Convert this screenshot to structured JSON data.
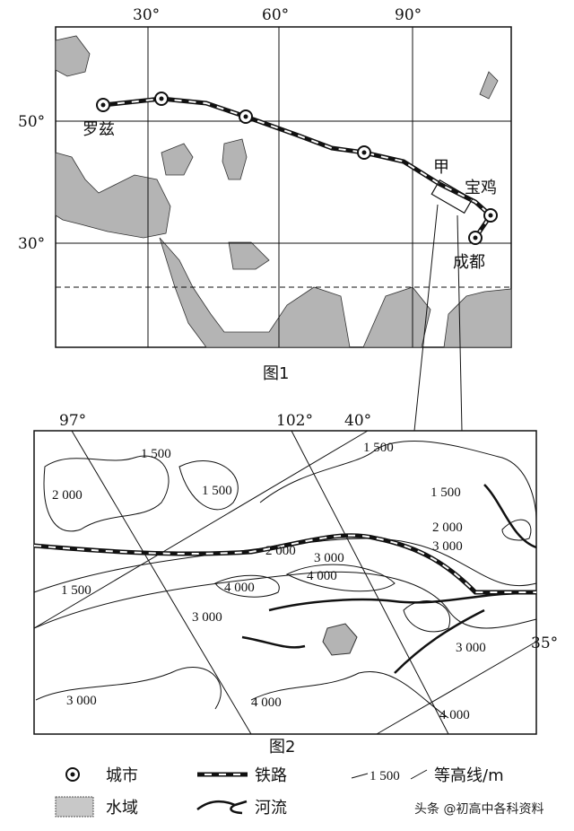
{
  "figure1": {
    "caption": "图1",
    "longitudes": [
      "30°",
      "60°",
      "90°"
    ],
    "latitudes": [
      "50°",
      "30°"
    ],
    "cities": [
      "罗兹",
      "宝鸡",
      "成都"
    ],
    "area_marker": "甲"
  },
  "figure2": {
    "caption": "图2",
    "longitudes": [
      "97°",
      "102°"
    ],
    "latitudes": [
      "40°",
      "35°"
    ],
    "contour_labels": [
      "1 500",
      "1 500",
      "1 500",
      "1 500",
      "2 000",
      "2 000",
      "2 000",
      "3 000",
      "3 000",
      "4 000",
      "4 000",
      "1 500",
      "3 000",
      "3 000",
      "4 000",
      "3 000",
      "4 000"
    ]
  },
  "legend": {
    "city": "城市",
    "railway": "铁路",
    "contour_sample": "1 500",
    "contour": "等高线/m",
    "water": "水域",
    "river": "河流"
  },
  "watermark": "头条 @初高中各科资料",
  "colors": {
    "water": "#b4b4b4",
    "line": "#111111"
  }
}
